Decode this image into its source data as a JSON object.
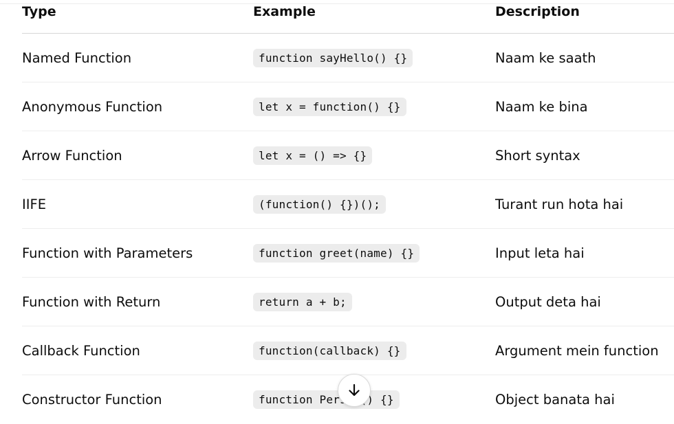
{
  "table": {
    "headers": [
      "Type",
      "Example",
      "Description"
    ],
    "rows": [
      {
        "type": "Named Function",
        "example": "function sayHello() {}",
        "description": "Naam ke saath"
      },
      {
        "type": "Anonymous Function",
        "example": "let x = function() {}",
        "description": "Naam ke bina"
      },
      {
        "type": "Arrow Function",
        "example": "let x = () => {}",
        "description": "Short syntax"
      },
      {
        "type": "IIFE",
        "example": "(function() {})();",
        "description": "Turant run hota hai"
      },
      {
        "type": "Function with Parameters",
        "example": "function greet(name) {}",
        "description": "Input leta hai"
      },
      {
        "type": "Function with Return",
        "example": "return a + b;",
        "description": "Output deta hai"
      },
      {
        "type": "Callback Function",
        "example": "function(callback) {}",
        "description": "Argument mein function"
      },
      {
        "type": "Constructor Function",
        "example": "function Person() {}",
        "description": "Object banata hai"
      }
    ]
  },
  "scroll_button": {
    "icon": "arrow-down-icon"
  }
}
